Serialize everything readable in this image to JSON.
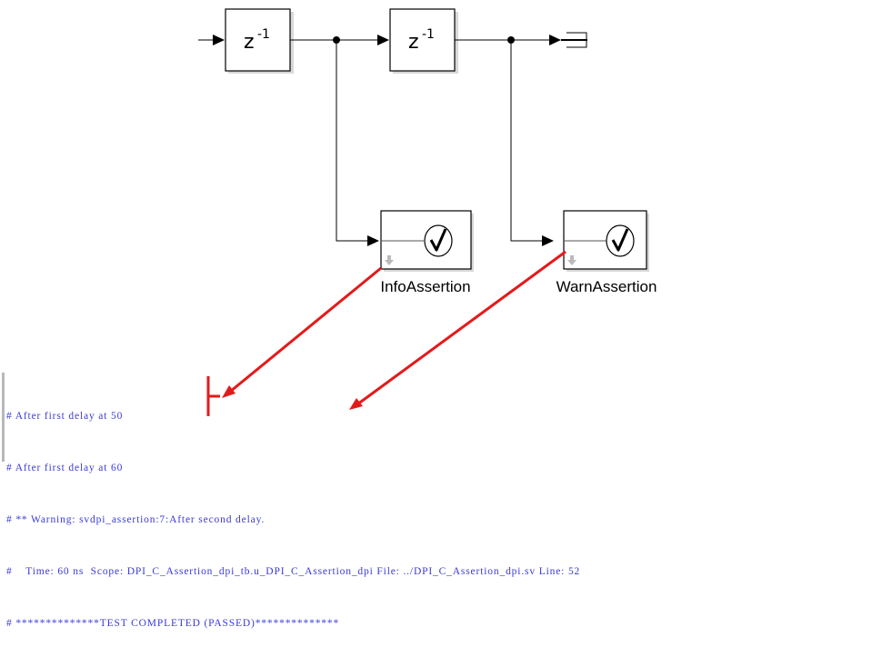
{
  "diagram": {
    "delay_blocks": [
      {
        "label": "z",
        "superscript": "-1"
      },
      {
        "label": "z",
        "superscript": "-1"
      }
    ],
    "assertion_blocks": [
      {
        "name": "InfoAssertion",
        "icon": "check-circle-icon"
      },
      {
        "name": "WarnAssertion",
        "icon": "check-circle-icon"
      }
    ],
    "terminator": {
      "icon": "terminator-icon"
    },
    "annotation_color": "#e41a1a"
  },
  "console": {
    "text_color": "#3a3ad8",
    "lines": [
      "# After first delay at 50",
      "# After first delay at 60",
      "# ** Warning: svdpi_assertion:7:After second delay.",
      "#    Time: 60 ns  Scope: DPI_C_Assertion_dpi_tb.u_DPI_C_Assertion_dpi File: ../DPI_C_Assertion_dpi.sv Line: 52",
      "# **************TEST COMPLETED (PASSED)**************"
    ]
  }
}
